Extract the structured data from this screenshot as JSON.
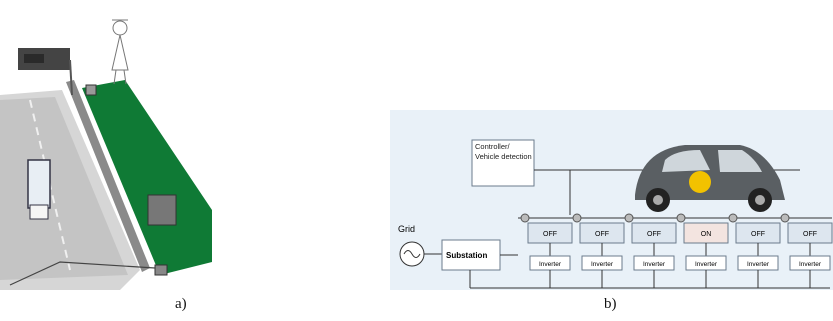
{
  "panels": {
    "a": {
      "caption": "a)",
      "colors": {
        "road": "#cfcfcf",
        "grass": "#0f7a35",
        "sign": "#555555"
      }
    },
    "b": {
      "caption": "b)",
      "grid_label": "Grid",
      "substation_label": "Substation",
      "controller_label": "Controller/ Vehicle detection",
      "segment_states": [
        "OFF",
        "OFF",
        "OFF",
        "ON",
        "OFF",
        "OFF"
      ],
      "inverter_label": "Inverter",
      "colors": {
        "background": "#e9f1f8",
        "box_border": "#6b7b8c",
        "segment_fill": "#dde6ef",
        "on_fill": "#f3e4e0",
        "car_body": "#5a5f63",
        "badge": "#f2c200"
      }
    }
  }
}
